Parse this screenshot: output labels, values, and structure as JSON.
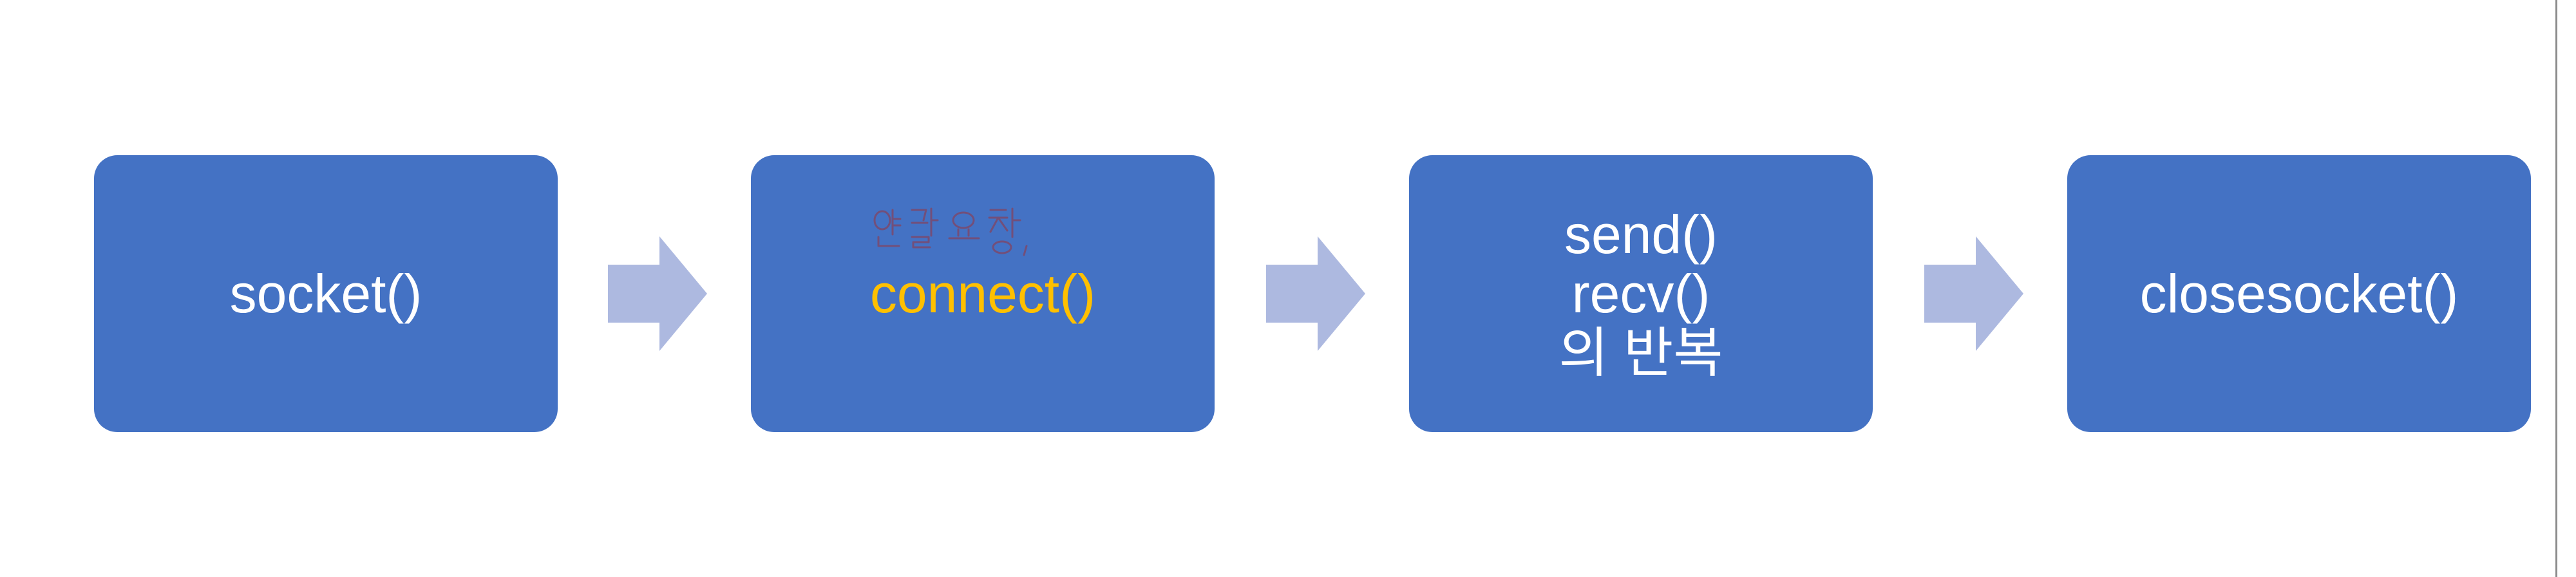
{
  "diagram": {
    "steps": [
      {
        "label": "socket()",
        "highlighted": false
      },
      {
        "label": "connect()",
        "highlighted": true
      },
      {
        "label": "send()\nrecv()\n의 반복",
        "highlighted": false
      },
      {
        "label": "closesocket()",
        "highlighted": false
      }
    ],
    "annotation": "연결 요청"
  },
  "colors": {
    "box": "#4472c4",
    "arrow": "#adb9e0",
    "text": "#ffffff",
    "highlight_text": "#ffc000",
    "annotation_ink": "#7b4a6e"
  }
}
